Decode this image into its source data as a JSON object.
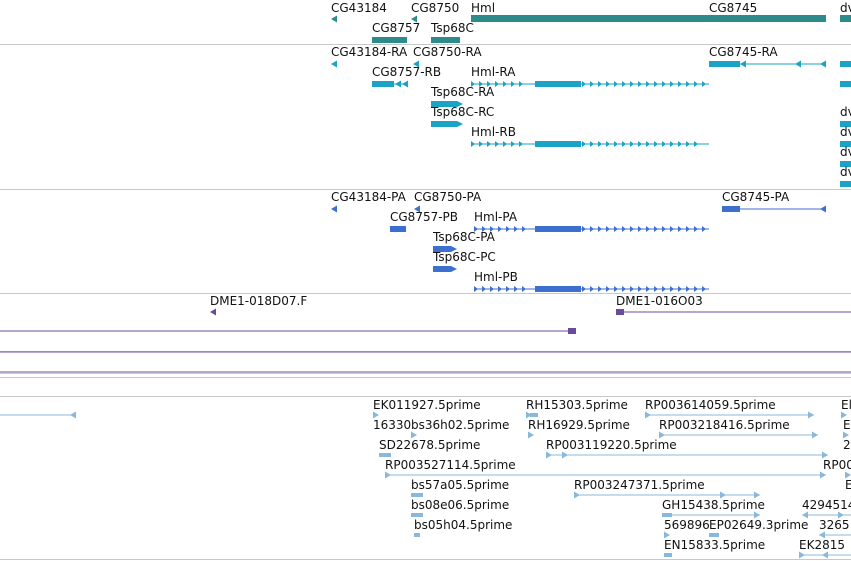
{
  "colors": {
    "gene": "#2e8b8b",
    "ncrna_transcript": "#1aa3c4",
    "protein": "#3d6fcf",
    "bac": "#6a4c9c",
    "est": "#88b9dc",
    "divider": "#c8c8c8"
  },
  "icons": {
    "gene_start": "triangle-left-icon",
    "gene_end": "triangle-right-icon",
    "exon_arrow": "chevron-right-icon"
  },
  "tracks": {
    "genes": {
      "labels": [
        "CG43184",
        "CG8750",
        "Hml",
        "CG8745",
        "dv",
        "CG8757",
        "Tsp68C"
      ]
    },
    "transcripts": {
      "labels": [
        "CG43184-RA",
        "CG8750-RA",
        "CG8745-RA",
        "CG8757-RB",
        "Hml-RA",
        "Tsp68C-RA",
        "Tsp68C-RC",
        "Hml-RB",
        "dv",
        "dv",
        "dv",
        "dv"
      ]
    },
    "proteins": {
      "labels": [
        "CG43184-PA",
        "CG8750-PA",
        "CG8745-PA",
        "CG8757-PB",
        "Hml-PA",
        "Tsp68C-PA",
        "Tsp68C-PC",
        "Hml-PB"
      ]
    },
    "bac_clones": {
      "labels": [
        "DME1-018D07.F",
        "DME1-016O03"
      ]
    },
    "ests": {
      "labels": [
        "EK011927.5prime",
        "RH15303.5prime",
        "RP003614059.5prime",
        "El",
        "16330",
        "bs36h02.5prime",
        "RH16929.5prime",
        "RP003218416.5prime",
        "El",
        "SD22678.5prime",
        "RP003119220.5prime",
        "2",
        "RP003527114.5prime",
        "RP00",
        "bs57a05.5prime",
        "RP003247371.5prime",
        "E",
        "bs08e06.5prime",
        "GH15438.5prime",
        "4294514",
        "bs05h04.5prime",
        "569896",
        "EP02649.3prime",
        "3265",
        "EN15833.5prime",
        "EK2815"
      ]
    }
  }
}
